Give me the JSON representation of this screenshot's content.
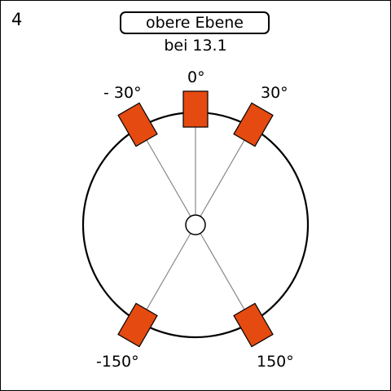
{
  "diagram": {
    "number": "4",
    "title": "obere Ebene",
    "subtitle": "bei 13.1",
    "speaker_color": "#e54a10",
    "speakers": [
      {
        "angle": 0,
        "label": "0°"
      },
      {
        "angle": 30,
        "label": "30°"
      },
      {
        "angle": -30,
        "label": "- 30°"
      },
      {
        "angle": 150,
        "label": "150°"
      },
      {
        "angle": -150,
        "label": "-150°"
      }
    ]
  }
}
